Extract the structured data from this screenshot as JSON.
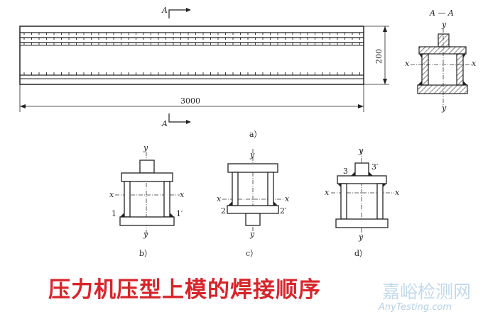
{
  "section_arrow_label": "A",
  "section_title": "A — A",
  "dim_height": "200",
  "dim_length": "3000",
  "axis_x": "x",
  "axis_y": "y",
  "labels": {
    "a": "a）",
    "b": "b）",
    "c": "c）",
    "d": "d）"
  },
  "weld_marks": {
    "b_left": "1",
    "b_right": "1′",
    "c_left": "2",
    "c_right": "2′",
    "d_left": "3",
    "d_right": "3′"
  },
  "caption": "压力机压型上模的焊接顺序",
  "watermark_line1": "嘉峪检测网",
  "watermark_line2": "AnyTesting.com"
}
